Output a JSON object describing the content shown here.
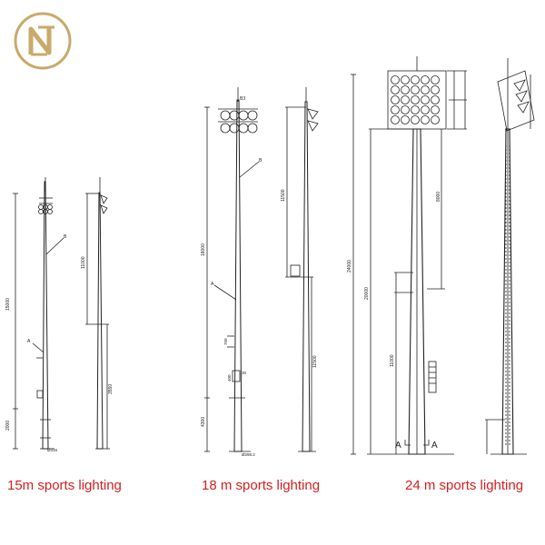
{
  "brand": {
    "logo_icon": "gold-monogram-logo-icon",
    "logo_color": "#c9a96a"
  },
  "caption_color": "#d42020",
  "captions": {
    "c15": "15m sports lighting",
    "c18": "18 m sports lighting",
    "c24": "24 m sports lighting"
  },
  "dims": {
    "p15": {
      "height": "15000",
      "bottom": "2000",
      "tag": "B",
      "tag2": "A",
      "side": "11000",
      "side_low": "3550",
      "base": "Ø316"
    },
    "p18": {
      "height": "18000",
      "bottom": "4300",
      "mid": "750",
      "tag_top": "B3",
      "tag_b": "B",
      "tag_a": "A",
      "low": "400",
      "low2": "30",
      "side": "11500",
      "side_low": "11500",
      "base": "Ø298.2"
    },
    "p24": {
      "height": "24000",
      "mid": "8000",
      "lower": "20000",
      "low": "11000",
      "sec_a": "A",
      "sec_b": "A"
    }
  }
}
